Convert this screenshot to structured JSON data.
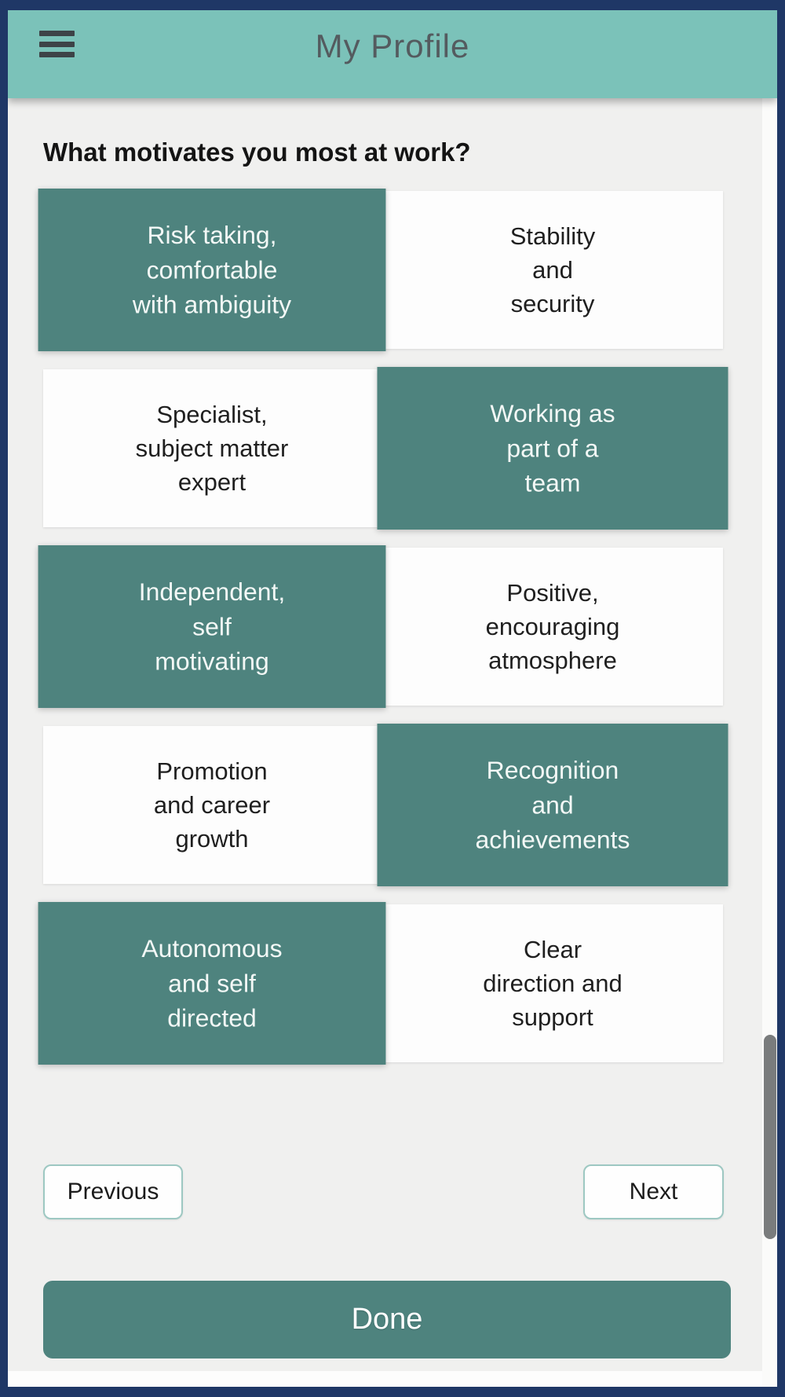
{
  "app": {
    "title": "My Profile"
  },
  "question": "What motivates you most at work?",
  "options": [
    {
      "text": "Risk taking,\ncomfortable\nwith ambiguity",
      "selected": true
    },
    {
      "text": "Stability\nand\nsecurity",
      "selected": false
    },
    {
      "text": "Specialist,\nsubject matter\nexpert",
      "selected": false
    },
    {
      "text": "Working as\npart of a\nteam",
      "selected": true
    },
    {
      "text": "Independent,\nself\nmotivating",
      "selected": true
    },
    {
      "text": "Positive,\nencouraging\natmosphere",
      "selected": false
    },
    {
      "text": "Promotion\nand career\ngrowth",
      "selected": false
    },
    {
      "text": "Recognition\nand\nachievements",
      "selected": true
    },
    {
      "text": "Autonomous\nand self\ndirected",
      "selected": true
    },
    {
      "text": "Clear\ndirection and\nsupport",
      "selected": false
    }
  ],
  "buttons": {
    "previous": "Previous",
    "next": "Next",
    "done": "Done"
  },
  "colors": {
    "frame_navy": "#1f3766",
    "header_teal": "#7bc2b9",
    "selected_teal": "#4e837e",
    "page_bg": "#f0f0ef",
    "outline_button_border": "#9dc8c2",
    "scroll_thumb": "#7a7c7d"
  }
}
